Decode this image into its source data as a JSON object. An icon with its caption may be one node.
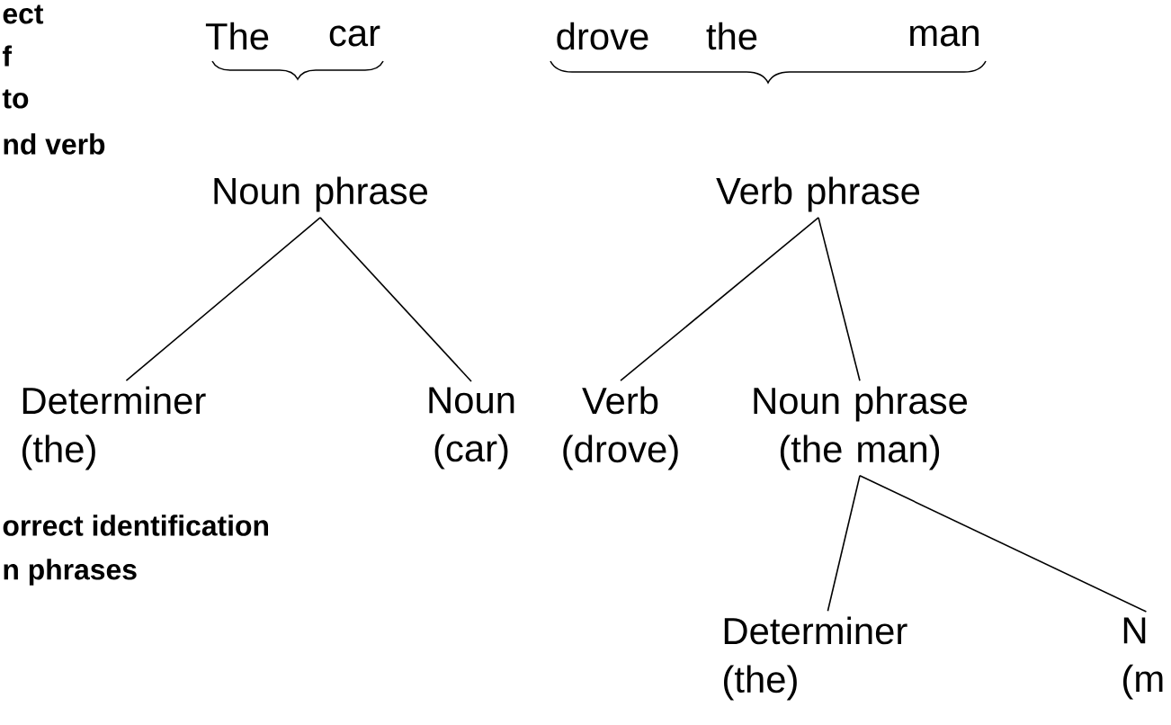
{
  "diagram": {
    "nodes": [
      {
        "text": [
          "Noun phrase"
        ]
      },
      {
        "text": [
          "Verb phrase"
        ]
      },
      {
        "text": [
          "Determiner (the)"
        ]
      },
      {
        "text": [
          "Noun (car)"
        ]
      },
      {
        "text": [
          "Verb (drove)"
        ]
      },
      {
        "text": [
          "Noun phrase (the man)"
        ]
      },
      {
        "text": [
          "Determiner (the)"
        ]
      },
      {
        "text": [
          "N (m"
        ]
      }
    ],
    "edges": [
      {
        "from": 0,
        "to": 2,
        "arrow": "none"
      },
      {
        "from": 0,
        "to": 3,
        "arrow": "none"
      },
      {
        "from": 1,
        "to": 4,
        "arrow": "none"
      },
      {
        "from": 1,
        "to": 5,
        "arrow": "none"
      },
      {
        "from": 5,
        "to": 6,
        "arrow": "none"
      },
      {
        "from": 5,
        "to": 7,
        "arrow": "none"
      }
    ],
    "labels": [
      "ect",
      "The",
      "car",
      "drove",
      "the",
      "man",
      "f",
      "to",
      "nd verb",
      "orrect identification",
      "n phrases"
    ]
  }
}
